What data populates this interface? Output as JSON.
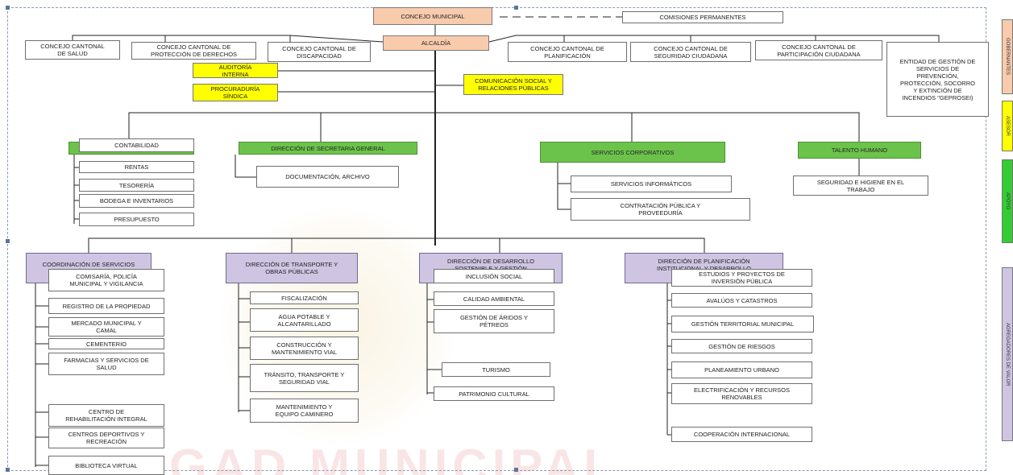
{
  "watermark": "GAD MUNICIPAL",
  "top": {
    "concejo": "CONCEJO MUNICIPAL",
    "comisiones": "COMISIONES PERMANENTES",
    "alcaldia": "ALCALDÍA"
  },
  "consejos_left": [
    "CONCEJO CANTONAL\nDE SALUD",
    "CONCEJO CANTONAL DE\nPROTECCIÓN DE DERECHOS",
    "CONCEJO CANTONAL DE\nDISCAPACIDAD"
  ],
  "consejos_right": [
    "CONCEJO CANTONAL DE\nPLANIFICACIÓN",
    "CONCEJO CANTONAL DE\nSEGURIDAD CIUDADANA",
    "CONCEJO CANTONAL DE\nPARTICIPACIÓN CIUDADANA",
    "ENTIDAD DE GESTIÓN DE\nSERVICIOS DE\nPREVENCIÓN,\nPROTECCIÓN, SOCORRO\nY EXTINCIÓN DE\nINCENDIOS \"GEPROSEI)"
  ],
  "staff": {
    "auditoria": "AUDITORÍA\nINTERNA",
    "procuraduria": "PROCURADURÍA\nSÍNDICA",
    "comunicacion": "COMUNICACIÓN SOCIAL Y\nRELACIONES PÚBLICAS"
  },
  "apoyo": {
    "financiera": {
      "title": "DIRECCIÓN FINANCIERA",
      "items": [
        "CONTABILIDAD",
        "RENTAS",
        "TESORERÍA",
        "BODEGA E INVENTARIOS",
        "PRESUPUESTO"
      ]
    },
    "secretaria": {
      "title": "DIRECCIÓN DE SECRETARIA GENERAL",
      "items": [
        "DOCUMENTACIÓN, ARCHIVO"
      ]
    },
    "corporativos": {
      "title": "SERVICIOS CORPORATIVOS",
      "items": [
        "SERVICIOS INFORMÁTICOS",
        "CONTRATACIÓN PÚBLICA Y\nPROVEEDURÍA"
      ]
    },
    "talento": {
      "title": "TALENTO HUMANO",
      "items": [
        "SEGURIDAD E HIGIENE EN EL\nTRABAJO"
      ]
    }
  },
  "operativos": {
    "servicios": {
      "title": "COORDINACIÓN DE SERVICIOS\nPÚBLICOS",
      "items": [
        "COMISARÍA, POLICÍA\nMUNICIPAL Y VIGILANCIA",
        "REGISTRO DE LA PROPIEDAD",
        "MERCADO MUNICIPAL Y\nCAMAL",
        "CEMENTERIO",
        "FARMACIAS Y SERVICIOS DE\nSALUD",
        "CENTRO DE\nREHABILITACIÓN INTEGRAL",
        "CENTROS DEPORTIVOS Y\nRECREACIÓN",
        "BIBLIOTECA VIRTUAL"
      ]
    },
    "transporte": {
      "title": "DIRECCIÓN DE TRANSPORTE Y\nOBRAS PÚBLICAS",
      "items": [
        "FISCALIZACIÓN",
        "AGUA POTABLE Y\nALCANTARILLADO",
        "CONSTRUCCIÓN Y\nMANTENIMIENTO VIAL",
        "TRÁNSITO, TRANSPORTE Y\nSEGURIDAD VIAL",
        "MANTENIMIENTO Y\nEQUIPO CAMINERO"
      ]
    },
    "desarrollo": {
      "title": "DIRECCIÓN DE DESARROLLO\nSOSTENIBLE Y GESTIÓN\nAMBIENTAL",
      "items": [
        "INCLUSIÓN SOCIAL",
        "CALIDAD AMBIENTAL",
        "GESTIÓN DE ÁRIDOS Y\nPÉTREOS",
        "TURISMO",
        "PATRIMONIO CULTURAL"
      ]
    },
    "planificacion": {
      "title": "DIRECCIÓN DE PLANIFICACIÓN\nINSTITUCIONAL Y DESARROLLO\nTERRITORIAL",
      "items": [
        "ESTUDIOS Y PROYECTOS DE\nINVERSIÓN PÚBLICA",
        "AVALÚOS Y CATASTROS",
        "GESTIÓN TERRITORIAL MUNICIPAL",
        "GESTIÓN DE RIESGOS",
        "PLANEAMIENTO URBANO",
        "ELECTRIFICACIÓN Y RECURSOS\nRENOVABLES",
        "COOPERACIÓN INTERNACIONAL"
      ]
    }
  },
  "side_labels": [
    "GOBERNANTES",
    "ASESOR",
    "APOYO",
    "AGREGADORES DE VALOR"
  ],
  "colors": {
    "salmon": "#f8cbad",
    "yellow": "#ffff00",
    "green": "#6cc34b",
    "lavender": "#cfc5e3"
  }
}
